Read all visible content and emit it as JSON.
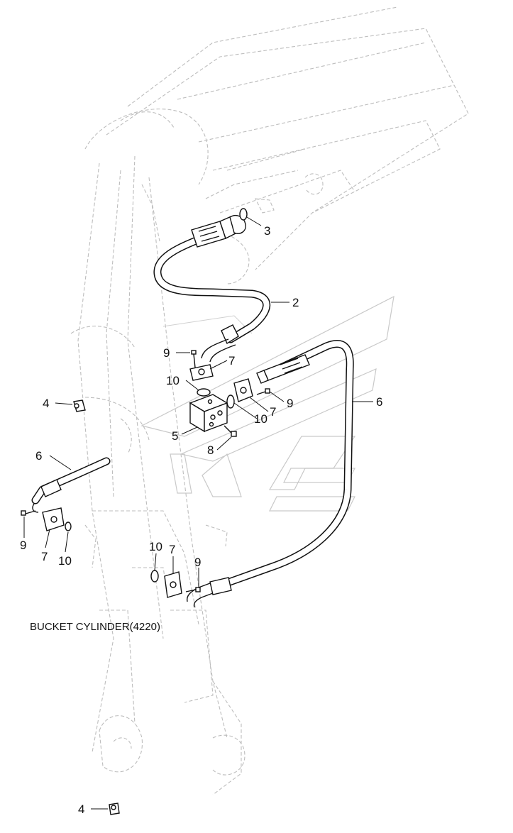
{
  "caption": "BUCKET CYLINDER(4220)",
  "callouts": [
    {
      "id": "c3",
      "text": "3"
    },
    {
      "id": "c2",
      "text": "2"
    },
    {
      "id": "c9a",
      "text": "9"
    },
    {
      "id": "c7a",
      "text": "7"
    },
    {
      "id": "c10a",
      "text": "10"
    },
    {
      "id": "c4a",
      "text": "4"
    },
    {
      "id": "c9b",
      "text": "9"
    },
    {
      "id": "c6a",
      "text": "6"
    },
    {
      "id": "c7b",
      "text": "7"
    },
    {
      "id": "c10b",
      "text": "10"
    },
    {
      "id": "c5",
      "text": "5"
    },
    {
      "id": "c8",
      "text": "8"
    },
    {
      "id": "c6b",
      "text": "6"
    },
    {
      "id": "c9c",
      "text": "9"
    },
    {
      "id": "c7c",
      "text": "7"
    },
    {
      "id": "c10c",
      "text": "10"
    },
    {
      "id": "c10d",
      "text": "10"
    },
    {
      "id": "c7d",
      "text": "7"
    },
    {
      "id": "c9d",
      "text": "9"
    },
    {
      "id": "c4b",
      "text": "4"
    }
  ]
}
